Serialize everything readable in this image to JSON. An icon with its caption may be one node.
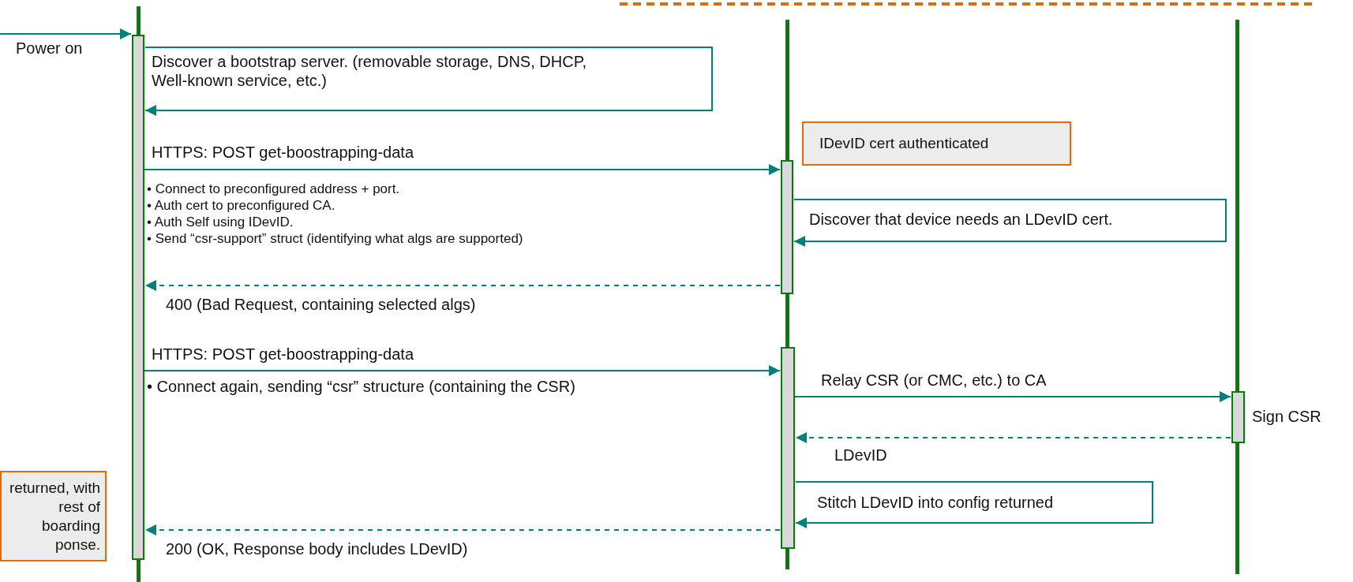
{
  "diagram": {
    "nodes": [
      {
        "text": [],
        "shape": "box"
      },
      {
        "text": [],
        "shape": "box"
      },
      {
        "text": [],
        "shape": "box"
      },
      {
        "text": [],
        "shape": "box",
        "beside": [
          "Sign CSR"
        ]
      },
      {
        "text": [
          "IDevID cert authenticated"
        ]
      },
      {
        "text": [
          "returned, with rest of boarding ponse."
        ]
      }
    ],
    "edges": [
      {
        "from": null,
        "to": 0,
        "arrow": "to",
        "label": "Power on"
      },
      {
        "from": 0,
        "to": 0,
        "arrow": "to",
        "label": "Discover a bootstrap server. (removable storage, DNS, DHCP, Well-known service, etc.)"
      },
      {
        "from": 0,
        "to": 1,
        "arrow": "to",
        "label": "HTTPS: POST get-boostrapping-data"
      },
      {
        "from": 1,
        "to": 1,
        "arrow": "to",
        "label": "Discover that device needs an LDevID cert."
      },
      {
        "from": 1,
        "to": 0,
        "arrow": "to",
        "label": "400 (Bad Request, containing selected algs)",
        "style": "dashed"
      },
      {
        "from": 0,
        "to": 2,
        "arrow": "to",
        "label": "HTTPS: POST get-boostrapping-data"
      },
      {
        "from": 2,
        "to": 3,
        "arrow": "to",
        "label": "Relay CSR (or CMC, etc.) to CA"
      },
      {
        "from": 3,
        "to": 2,
        "arrow": "to",
        "label": "LDevID",
        "style": "dashed"
      },
      {
        "from": 2,
        "to": 2,
        "arrow": "to",
        "label": "Stitch LDevID into config returned"
      },
      {
        "from": 2,
        "to": 0,
        "arrow": "to",
        "label": "200 (OK, Response body includes LDevID)",
        "style": "dashed"
      }
    ],
    "labels": [
      "• Connect to preconfigured address + port.",
      "• Auth cert to preconfigured CA.",
      "• Auth Self using IDevID.",
      "• Send “csr-support” struct (identifying what algs are supported)",
      "• Connect again, sending “csr” structure (containing the CSR)"
    ]
  }
}
